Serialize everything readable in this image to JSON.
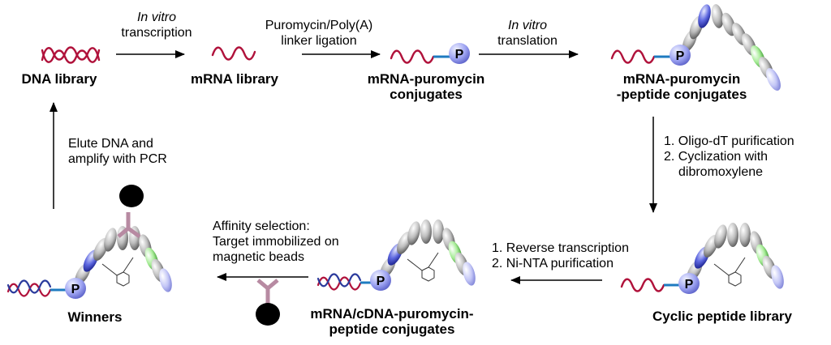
{
  "steps": {
    "transcription": {
      "line1": "In vitro",
      "line2": "transcription"
    },
    "ligation": {
      "line1": "Puromycin/Poly(A)",
      "line2": "linker ligation"
    },
    "translation": {
      "line1": "In vitro",
      "line2": "translation"
    },
    "purification": {
      "line1": "1. Oligo-dT purification",
      "line2": "2. Cyclization with",
      "line3": "dibromoxylene"
    },
    "rt": {
      "line1": "1. Reverse transcription",
      "line2": "2. Ni-NTA purification"
    },
    "affinity": {
      "line1": "Affinity selection:",
      "line2": "Target immobilized on",
      "line3": "magnetic beads"
    },
    "elute": {
      "line1": "Elute DNA and",
      "line2": "amplify with PCR"
    }
  },
  "nodes": {
    "dna_library": "DNA library",
    "mrna_library": "mRNA library",
    "mrna_puro": {
      "line1": "mRNA-puromycin",
      "line2": "conjugates"
    },
    "mrna_puro_pep": {
      "line1": "mRNA-puromycin",
      "line2": "-peptide conjugates"
    },
    "cyclic_lib": "Cyclic peptide library",
    "mrna_cdna": {
      "line1": "mRNA/cDNA-puromycin-",
      "line2": "peptide conjugates"
    },
    "winners": "Winners"
  },
  "puromycin_symbol": "P",
  "colors": {
    "rna": "#b0123b",
    "dna": "#2a3a9c",
    "linker": "#1e7bc0",
    "puromycin": "#8f95ee",
    "bead_gray": "#b8b8b8",
    "bead_blue": "#4f5ad8",
    "bead_green": "#8fe07e",
    "bead_lavender": "#aeb2f0",
    "antibody": "#b78aa2",
    "magnetic_bead": "#000000"
  }
}
